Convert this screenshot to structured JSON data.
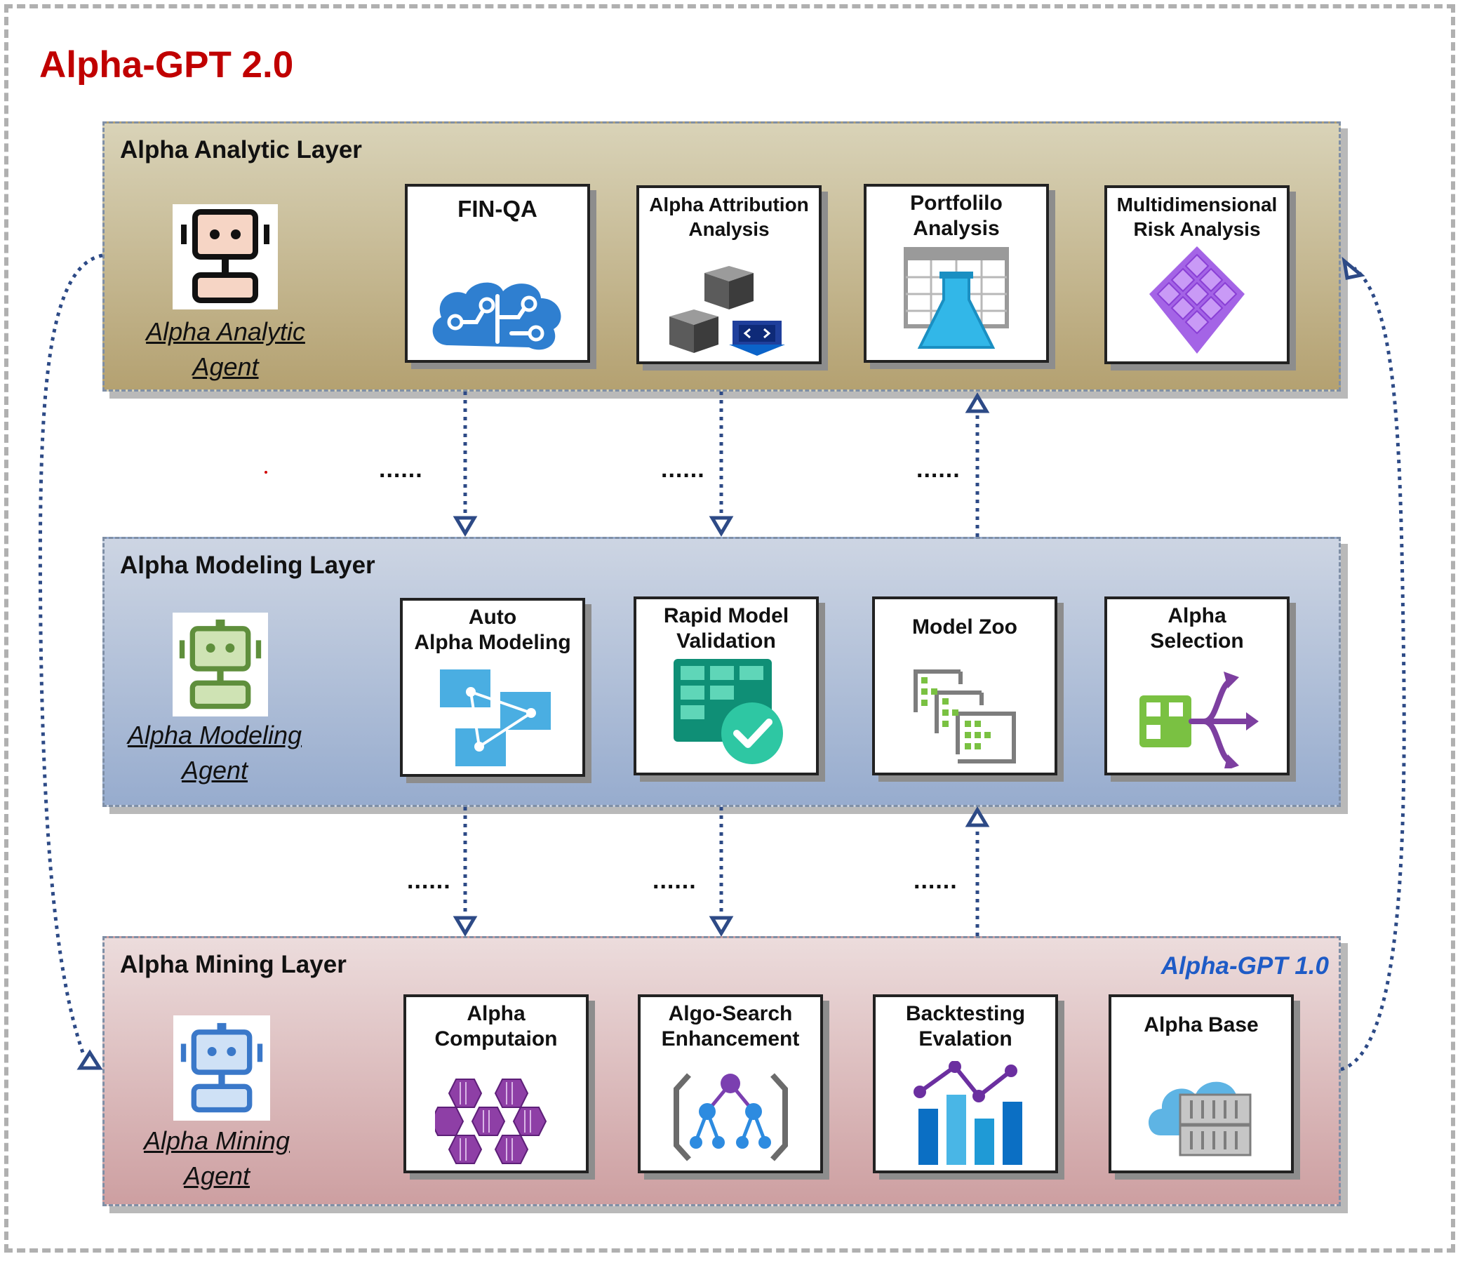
{
  "title": "Alpha-GPT 2.0",
  "ellipsis": "......",
  "colors": {
    "title": "#c00000",
    "version_tag": "#1e5bc6",
    "connector": "#2d4a86",
    "analytic_layer": "#b4a171",
    "modeling_layer": "#97acce",
    "mining_layer": "#cd9fa1"
  },
  "layers": {
    "analytic": {
      "title": "Alpha Analytic Layer",
      "agent": {
        "label": "Alpha Analytic Agent",
        "line1": "Alpha Analytic",
        "line2": "Agent",
        "icon": "robot-icon-orange"
      },
      "modules": [
        {
          "label": "FIN-QA",
          "icon": "brain-circuit-icon"
        },
        {
          "label": "Alpha Attribution\nAnalysis",
          "icon": "cubes-code-icon"
        },
        {
          "label": "Portfolilo\nAnalysis",
          "icon": "table-flask-icon"
        },
        {
          "label": "Multidimensional\nRisk Analysis",
          "icon": "diamond-grid-icon"
        }
      ]
    },
    "modeling": {
      "title": "Alpha Modeling Layer",
      "agent": {
        "label": "Alpha Modeling Agent",
        "line1": "Alpha Modeling",
        "line2": "Agent",
        "icon": "robot-icon-green"
      },
      "modules": [
        {
          "label": "Auto\nAlpha Modeling",
          "icon": "network-blocks-icon"
        },
        {
          "label": "Rapid Model\nValidation",
          "icon": "table-check-icon"
        },
        {
          "label": "Model Zoo",
          "icon": "stacked-models-icon"
        },
        {
          "label": "Alpha\nSelection",
          "icon": "split-arrows-icon"
        }
      ]
    },
    "mining": {
      "title": "Alpha Mining Layer",
      "version_tag": "Alpha-GPT 1.0",
      "agent": {
        "label": "Alpha Mining Agent",
        "line1": "Alpha Mining",
        "line2": "Agent",
        "icon": "robot-icon-blue"
      },
      "modules": [
        {
          "label": "Alpha\nComputaion",
          "icon": "hex-cluster-icon"
        },
        {
          "label": "Algo-Search\nEnhancement",
          "icon": "tree-brackets-icon"
        },
        {
          "label": "Backtesting\nEvalation",
          "icon": "bar-line-chart-icon"
        },
        {
          "label": "Alpha Base",
          "icon": "cloud-server-icon"
        }
      ]
    }
  }
}
